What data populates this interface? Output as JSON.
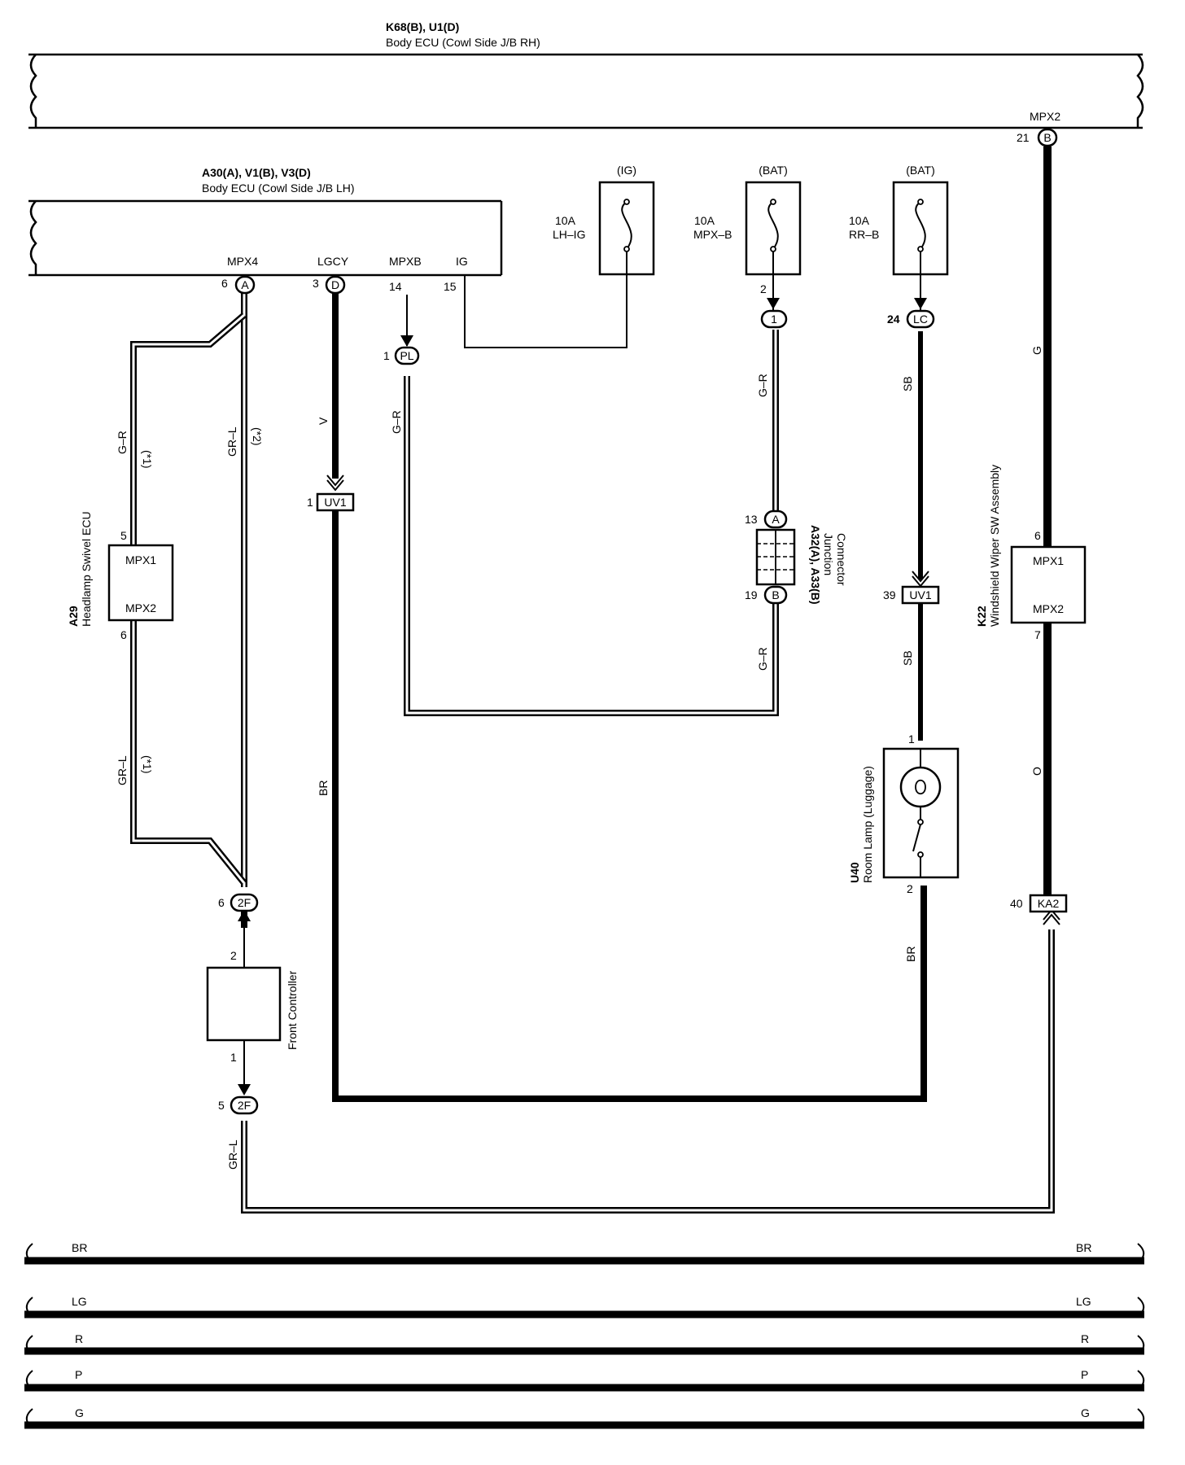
{
  "body_ecu_rh": {
    "title": "K68(B), U1(D)",
    "name": "Body ECU (Cowl Side J/B RH)",
    "pin_name": "MPX2",
    "pin_num": "21",
    "conn": "B"
  },
  "body_ecu_lh": {
    "title": "A30(A), V1(B), V3(D)",
    "name": "Body ECU (Cowl Side J/B LH)",
    "pins": [
      {
        "name": "MPX4",
        "num": "6",
        "conn": "A"
      },
      {
        "name": "LGCY",
        "num": "3",
        "conn": "D"
      },
      {
        "name": "MPXB",
        "num": "14"
      },
      {
        "name": "IG",
        "num": "15"
      }
    ]
  },
  "fuses": [
    {
      "source": "(IG)",
      "rating": "10A",
      "name": "LH–IG"
    },
    {
      "source": "(BAT)",
      "rating": "10A",
      "name": "MPX–B"
    },
    {
      "source": "(BAT)",
      "rating": "10A",
      "name": "RR–B"
    }
  ],
  "connectors": {
    "pl": {
      "num": "1",
      "label": "PL"
    },
    "c1": {
      "num": "2",
      "label": "1"
    },
    "lc": {
      "num": "24",
      "label": "LC"
    },
    "uv1_a": {
      "num": "1",
      "label": "UV1"
    },
    "uv1_b": {
      "num": "39",
      "label": "UV1"
    },
    "f2_top": {
      "num": "6",
      "label": "2F"
    },
    "f2_bot": {
      "num": "5",
      "label": "2F"
    },
    "ka2": {
      "num": "40",
      "label": "KA2"
    },
    "jc_a": {
      "num": "13",
      "label": "A"
    },
    "jc_b": {
      "num": "19",
      "label": "B"
    }
  },
  "components": {
    "headlamp_swivel": {
      "code": "A29",
      "name": "Headlamp Swivel ECU",
      "pin1_name": "MPX1",
      "pin1_num": "5",
      "pin2_name": "MPX2",
      "pin2_num": "6"
    },
    "junction_connector": {
      "code": "A32(A), A33(B)",
      "name_line1": "Junction",
      "name_line2": "Connector"
    },
    "wiper_sw": {
      "code": "K22",
      "name": "Windshield Wiper SW Assembly",
      "pin1_name": "MPX1",
      "pin1_num": "6",
      "pin2_name": "MPX2",
      "pin2_num": "7"
    },
    "room_lamp": {
      "code": "U40",
      "name": "Room Lamp (Luggage)",
      "pin1": "1",
      "pin2": "2"
    },
    "front_controller": {
      "name": "Front Controller",
      "pin1": "1",
      "pin2": "2"
    }
  },
  "wire_colors": {
    "gr_1": "G–R",
    "note_1": "(*1)",
    "grl_2": "GR–L",
    "note_2": "(*2)",
    "v": "V",
    "gr_pl": "G–R",
    "gr_top": "G–R",
    "gr_bot": "G–R",
    "sb_top": "SB",
    "sb_bot": "SB",
    "g": "G",
    "o": "O",
    "grl_1": "GR–L",
    "note_3": "(*1)",
    "br_left": "BR",
    "br_room": "BR",
    "grl_bottom": "GR–L"
  },
  "buses": [
    "BR",
    "LG",
    "R",
    "P",
    "G"
  ]
}
